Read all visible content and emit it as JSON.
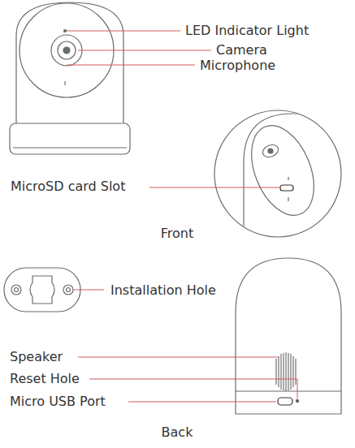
{
  "diagram": {
    "labels": [
      "LED Indicator Light",
      "Camera",
      "Microphone",
      "MicroSD card Slot",
      "Front",
      "Installation Hole",
      "Speaker",
      "Reset Hole",
      "Micro USB Port",
      "Back"
    ]
  }
}
